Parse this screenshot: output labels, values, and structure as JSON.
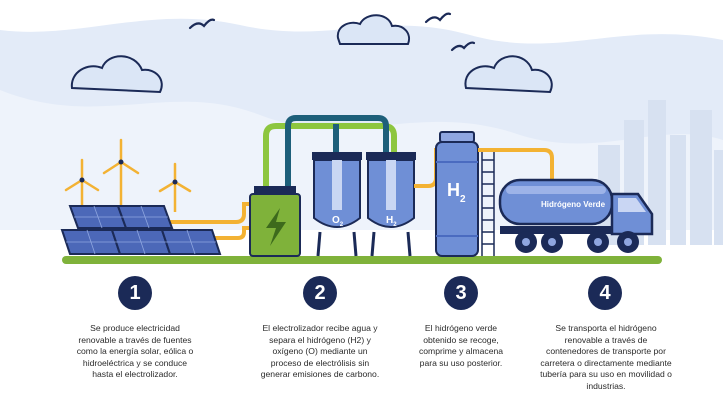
{
  "labels": {
    "o2": "O",
    "o2_sub": "2",
    "h2_small": "H",
    "h2_small_sub": "2",
    "h2_tank": "H",
    "h2_tank_sub": "2",
    "truck": "Hidrógeno Verde"
  },
  "steps": [
    {
      "number": "1",
      "text": "Se produce electricidad renovable a través de fuentes como la energía solar, eólica o hidroeléctrica y se conduce hasta el electrolizador."
    },
    {
      "number": "2",
      "text": "El electrolizador recibe agua y separa el hidrógeno (H2) y oxígeno (O) mediante un proceso de electrólisis sin generar emisiones de carbono."
    },
    {
      "number": "3",
      "text": "El hidrógeno verde obtenido se recoge, comprime y almacena para su uso posterior."
    },
    {
      "number": "4",
      "text": "Se transporta el hidrógeno renovable a través de contenedores de transporte por carretera o directamente mediante tubería para su uso en movilidad o industrias."
    }
  ],
  "colors": {
    "navy": "#1b2a57",
    "ground": "#7fb23a",
    "pipe_yellow": "#f3b233",
    "pipe_blue": "#1d5f7a",
    "pipe_green": "#8dc63f",
    "tank_blue": "#6f8fd6",
    "sky": "#e3ebf8"
  }
}
